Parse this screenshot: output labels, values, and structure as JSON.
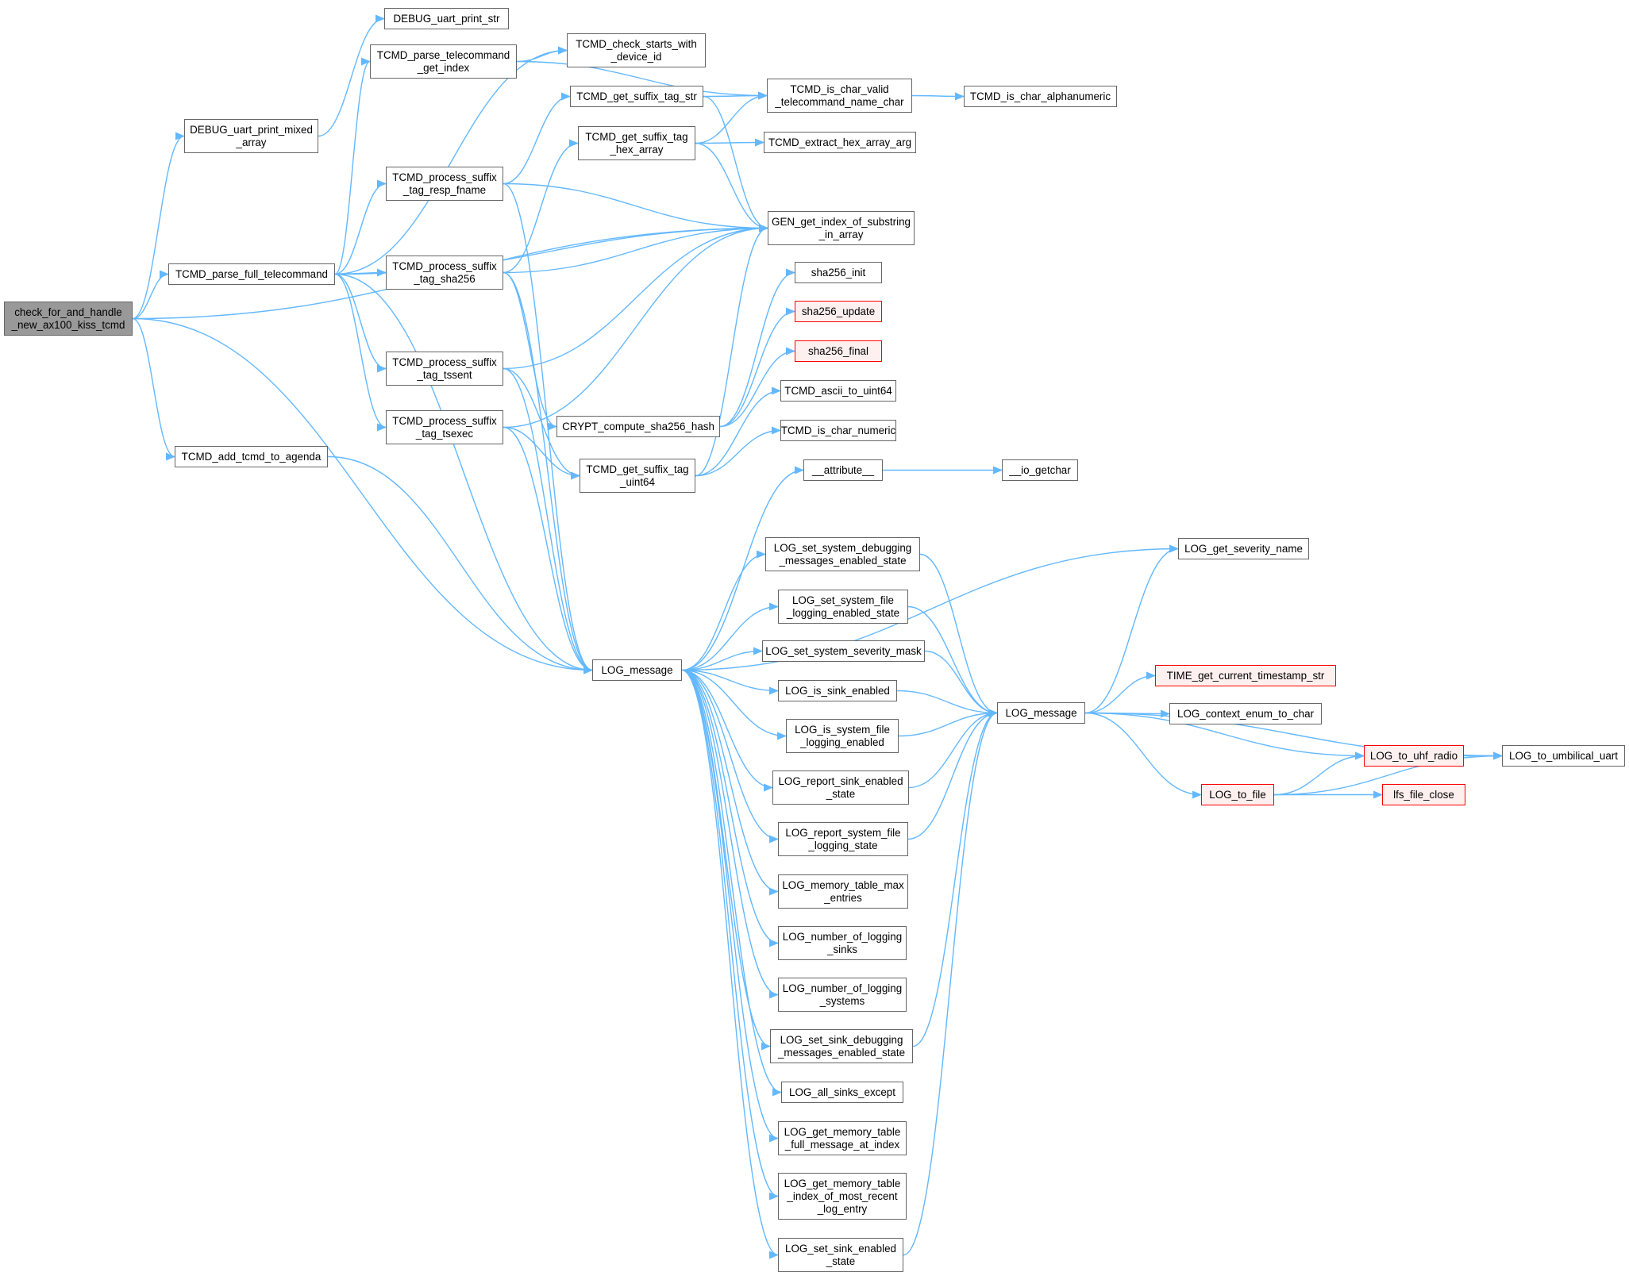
{
  "colors": {
    "edge": "#63b8ff",
    "border": "#666666",
    "root_fill": "#999999",
    "truncated_border": "#ff0000",
    "truncated_fill": "#fff0f0"
  },
  "nodes": {
    "root": {
      "label": "check_for_and_handle\n_new_ax100_kiss_tcmd"
    },
    "debug_mixed": {
      "label": "DEBUG_uart_print_mixed\n_array"
    },
    "debug_str": {
      "label": "DEBUG_uart_print_str"
    },
    "parse_full": {
      "label": "TCMD_parse_full_telecommand"
    },
    "add_agenda": {
      "label": "TCMD_add_tcmd_to_agenda"
    },
    "parse_idx": {
      "label": "TCMD_parse_telecommand\n_get_index"
    },
    "check_starts": {
      "label": "TCMD_check_starts_with\n_device_id"
    },
    "resp_fname": {
      "label": "TCMD_process_suffix\n_tag_resp_fname"
    },
    "sha_tag": {
      "label": "TCMD_process_suffix\n_tag_sha256"
    },
    "tssent": {
      "label": "TCMD_process_suffix\n_tag_tssent"
    },
    "tsexec": {
      "label": "TCMD_process_suffix\n_tag_tsexec"
    },
    "log_msg1": {
      "label": "LOG_message"
    },
    "suffix_str": {
      "label": "TCMD_get_suffix_tag_str"
    },
    "suffix_hex": {
      "label": "TCMD_get_suffix_tag\n_hex_array"
    },
    "crypt": {
      "label": "CRYPT_compute_sha256_hash"
    },
    "suffix_u64": {
      "label": "TCMD_get_suffix_tag\n_uint64"
    },
    "valid_char": {
      "label": "TCMD_is_char_valid\n_telecommand_name_char"
    },
    "alnum": {
      "label": "TCMD_is_char_alphanumeric"
    },
    "extract_hex": {
      "label": "TCMD_extract_hex_array_arg"
    },
    "gen_idx": {
      "label": "GEN_get_index_of_substring\n_in_array"
    },
    "sha_init": {
      "label": "sha256_init"
    },
    "sha_update": {
      "label": "sha256_update"
    },
    "sha_final": {
      "label": "sha256_final"
    },
    "ascii_u64": {
      "label": "TCMD_ascii_to_uint64"
    },
    "is_numeric": {
      "label": "TCMD_is_char_numeric"
    },
    "attribute": {
      "label": "__attribute__"
    },
    "io_getchar": {
      "label": "__io_getchar"
    },
    "set_dbg_msg": {
      "label": "LOG_set_system_debugging\n_messages_enabled_state"
    },
    "set_file_log": {
      "label": "LOG_set_system_file\n_logging_enabled_state"
    },
    "set_sev_mask": {
      "label": "LOG_set_system_severity_mask"
    },
    "is_sink": {
      "label": "LOG_is_sink_enabled"
    },
    "is_file_log": {
      "label": "LOG_is_system_file\n_logging_enabled"
    },
    "rep_sink": {
      "label": "LOG_report_sink_enabled\n_state"
    },
    "rep_file": {
      "label": "LOG_report_system_file\n_logging_state"
    },
    "mem_max": {
      "label": "LOG_memory_table_max\n_entries"
    },
    "num_sinks": {
      "label": "LOG_number_of_logging\n_sinks"
    },
    "num_systems": {
      "label": "LOG_number_of_logging\n_systems"
    },
    "sink_dbg": {
      "label": "LOG_set_sink_debugging\n_messages_enabled_state"
    },
    "all_except": {
      "label": "LOG_all_sinks_except"
    },
    "mem_full": {
      "label": "LOG_get_memory_table\n_full_message_at_index"
    },
    "mem_recent": {
      "label": "LOG_get_memory_table\n_index_of_most_recent\n_log_entry"
    },
    "sink_enabled": {
      "label": "LOG_set_sink_enabled\n_state"
    },
    "log_msg2": {
      "label": "LOG_message"
    },
    "sev_name": {
      "label": "LOG_get_severity_name"
    },
    "timestamp": {
      "label": "TIME_get_current_timestamp_str"
    },
    "ctx_enum": {
      "label": "LOG_context_enum_to_char"
    },
    "uhf": {
      "label": "LOG_to_uhf_radio"
    },
    "to_file": {
      "label": "LOG_to_file"
    },
    "lfs_close": {
      "label": "lfs_file_close"
    },
    "umbilical": {
      "label": "LOG_to_umbilical_uart"
    }
  }
}
